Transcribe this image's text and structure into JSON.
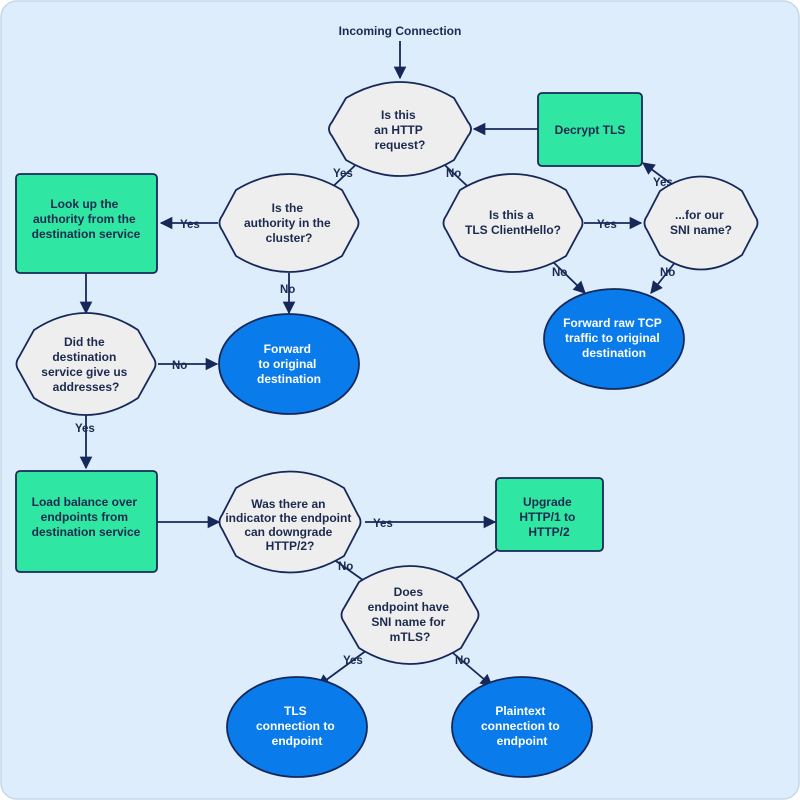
{
  "colors": {
    "background": "#deedfb",
    "border": "#c6d7ea",
    "process_fill": "#2fe6a2",
    "decision_fill": "#eeeeee",
    "terminal_fill": "#0a7bea",
    "stroke": "#16285a"
  },
  "title": "Incoming Connection",
  "nodes": {
    "is_http": [
      "Is this",
      "an HTTP",
      "request?"
    ],
    "decrypt_tls": [
      "Decrypt TLS"
    ],
    "is_authority_cluster": [
      "Is the",
      "authority in the",
      "cluster?"
    ],
    "is_tls_clienthello": [
      "Is this a",
      "TLS ClientHello?"
    ],
    "for_our_sni": [
      "...for our",
      "SNI name?"
    ],
    "lookup_authority": [
      "Look up the",
      "authority from the",
      "destination service"
    ],
    "forward_original": [
      "Forward",
      "to original",
      "destination"
    ],
    "forward_raw_tcp": [
      "Forward raw TCP",
      "traffic to original",
      "destination"
    ],
    "did_dest_give": [
      "Did the",
      "destination",
      "service give us",
      "addresses?"
    ],
    "load_balance": [
      "Load balance over",
      "endpoints from",
      "destination service"
    ],
    "downgrade_indicator": [
      "Was there an",
      "indicator the endpoint",
      "can downgrade",
      "HTTP/2?"
    ],
    "upgrade_http": [
      "Upgrade",
      "HTTP/1 to",
      "HTTP/2"
    ],
    "endpoint_sni": [
      "Does",
      "endpoint have",
      "SNI name for",
      "mTLS?"
    ],
    "tls_connection": [
      "TLS",
      "connection to",
      "endpoint"
    ],
    "plaintext_connection": [
      "Plaintext",
      "connection to",
      "endpoint"
    ]
  },
  "edge_labels": {
    "http_yes": "Yes",
    "http_no": "No",
    "authority_yes": "Yes",
    "authority_no": "No",
    "tls_yes": "Yes",
    "tls_no": "No",
    "sni_yes": "Yes",
    "sni_no": "No",
    "dest_no": "No",
    "dest_yes": "Yes",
    "downgrade_yes": "Yes",
    "downgrade_no": "No",
    "endpoint_yes": "Yes",
    "endpoint_no": "No"
  }
}
